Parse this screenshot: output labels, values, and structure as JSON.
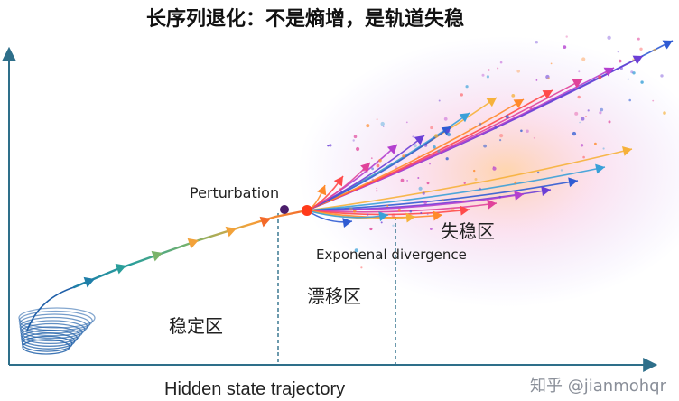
{
  "title": "长序列退化：不是熵增，是轨道失稳",
  "labels": {
    "perturbation": "Perturbation",
    "divergence": "Exponenal divergence",
    "unstable_region": "失稳区",
    "drift_region": "漂移区",
    "stable_region": "稳定区"
  },
  "xlabel": "Hidden state trajectory",
  "watermark": "知乎 @jianmohqr",
  "colors": {
    "axis": "#2e6f8a",
    "dashed": "#2e6f8a",
    "spiral": "#1f5fa8",
    "perturb_dot": "#4b1d6b",
    "divergence_dot": "#ff3a1a",
    "trail": [
      "#1e7ea8",
      "#2a9e9a",
      "#7ab36a",
      "#f2a23a",
      "#f36a2a"
    ],
    "fan": [
      "#2f5bd3",
      "#6b3fd6",
      "#b43fcf",
      "#e0429a",
      "#ff4a4a",
      "#ff8a2a",
      "#f6b13a",
      "#3aa0d8"
    ]
  }
}
